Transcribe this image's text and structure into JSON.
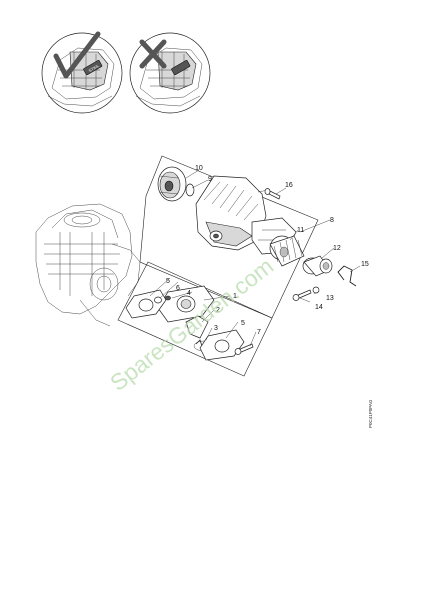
{
  "diagram": {
    "callouts": [
      {
        "id": "c1",
        "text": "1"
      },
      {
        "id": "c2",
        "text": "2"
      },
      {
        "id": "c3",
        "text": "3"
      },
      {
        "id": "c4",
        "text": "4"
      },
      {
        "id": "c5a",
        "text": "5"
      },
      {
        "id": "c5b",
        "text": "5"
      },
      {
        "id": "c6",
        "text": "6"
      },
      {
        "id": "c7",
        "text": "7"
      },
      {
        "id": "c8",
        "text": "8"
      },
      {
        "id": "c9",
        "text": "9"
      },
      {
        "id": "c10",
        "text": "10"
      },
      {
        "id": "c11",
        "text": "11"
      },
      {
        "id": "c12",
        "text": "12"
      },
      {
        "id": "c13",
        "text": "13"
      },
      {
        "id": "c14",
        "text": "14"
      },
      {
        "id": "c15",
        "text": "15"
      },
      {
        "id": "c16",
        "text": "16"
      }
    ],
    "drawing_code": "P0C41P0PAG",
    "brand": "STIHL"
  },
  "watermark": "SparesGarden.com",
  "colors": {
    "line": "#222222",
    "watermark": "#b9dcae",
    "shade": "#d8d8d8"
  }
}
